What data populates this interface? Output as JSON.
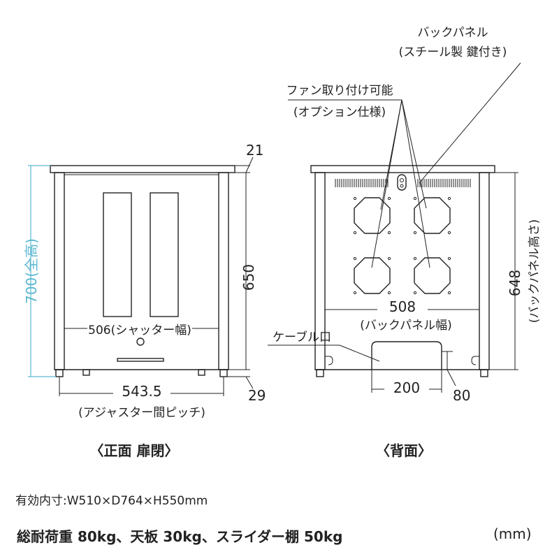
{
  "front": {
    "caption": "〈正面 扉閉〉",
    "dim_top": "21",
    "dim_height": "650",
    "dim_bottom": "29",
    "dim_total": "700(全高)",
    "shutter_width": "506(シャッター幅)",
    "adjuster_pitch": "543.5",
    "adjuster_pitch_label": "(アジャスター間ピッチ)"
  },
  "back": {
    "caption": "〈背面〉",
    "back_panel_label_1": "バックパネル",
    "back_panel_label_2": "(スチール製 鍵付き)",
    "fan_label_1": "ファン取り付け可能",
    "fan_label_2": "(オプション仕様)",
    "panel_width": "508",
    "panel_width_label": "(バックパネル幅)",
    "panel_height": "648",
    "panel_height_label": "(バックパネル高さ)",
    "cable_port_label": "ケーブル口",
    "cable_port_width": "200",
    "cable_port_height": "80"
  },
  "footer": {
    "inner_dimensions": "有効内寸:W510×D764×H550mm",
    "load": "総耐荷重 80kg、天板 30kg、スライダー棚 50kg",
    "unit": "(mm)"
  }
}
